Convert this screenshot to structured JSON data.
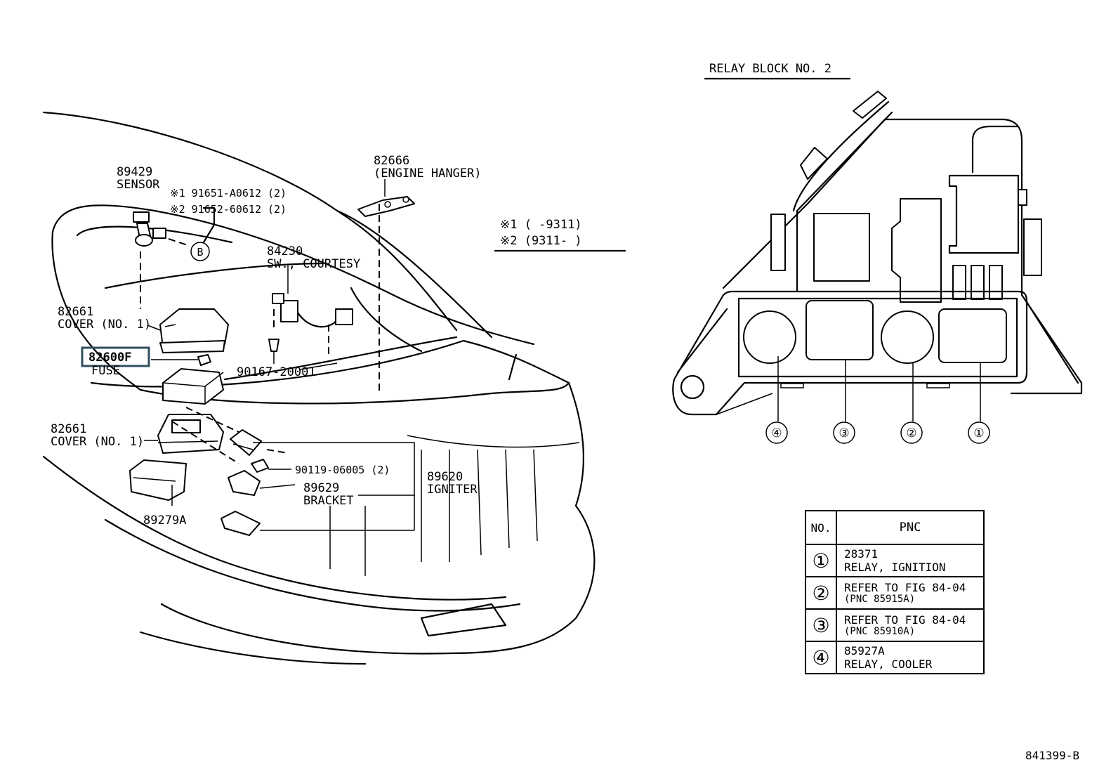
{
  "diagram": {
    "drawing_number": "841399-B",
    "labels": {
      "sensor_pn": "89429",
      "sensor_name": "SENSOR",
      "note1_ref": "※1 91651-A0612 (2)",
      "note2_ref": "※2 91652-60612 (2)",
      "callout_b": "B",
      "engine_hanger_pn": "82666",
      "engine_hanger_name": "(ENGINE HANGER)",
      "legend1": "※1 (     -9311)",
      "legend2": "※2 (9311-     )",
      "courtesy_pn": "84230",
      "courtesy_name": "SW., COURTESY",
      "cover_top_pn": "82661",
      "cover_top_name": "COVER (NO. 1)",
      "fuse_pn": "82600F",
      "fuse_name": "FUSE",
      "screw_pn": "90167-20001",
      "cover_bottom_pn": "82661",
      "cover_bottom_name": "COVER (NO. 1)",
      "bolt_ref": "90119-06005 (2)",
      "bracket_pn": "89629",
      "bracket_name": "BRACKET",
      "igniter_pn": "89620",
      "igniter_name": "IGNITER",
      "part_89279a": "89279A"
    },
    "relay_block": {
      "title": "RELAY BLOCK NO. 2",
      "positions": [
        "④",
        "③",
        "②",
        "①"
      ]
    }
  },
  "table": {
    "header_no": "NO.",
    "header_pnc": "PNC",
    "rows": [
      {
        "no": "①",
        "line1": "28371",
        "line2": "RELAY, IGNITION"
      },
      {
        "no": "②",
        "line1": "REFER TO FIG 84-04",
        "line2": "(PNC 85915A)"
      },
      {
        "no": "③",
        "line1": "REFER TO FIG 84-04",
        "line2": "(PNC 85910A)"
      },
      {
        "no": "④",
        "line1": "85927A",
        "line2": "RELAY, COOLER"
      }
    ]
  },
  "colors": {
    "highlight_box": "#2f4f5f",
    "ink": "#000000"
  }
}
